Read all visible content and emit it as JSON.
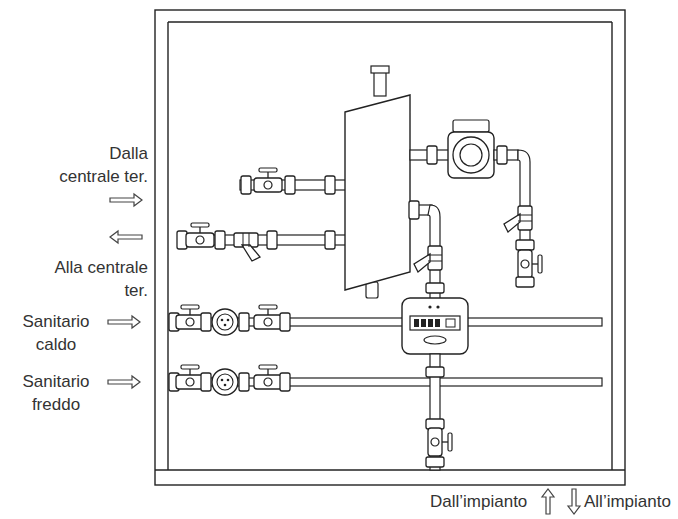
{
  "diagram": {
    "labels": [
      "Dalla centrale ter.",
      "Alla centrale ter.",
      "Sanitario caldo",
      "Sanitario freddo",
      "Dall’impianto",
      "All’impianto"
    ]
  }
}
